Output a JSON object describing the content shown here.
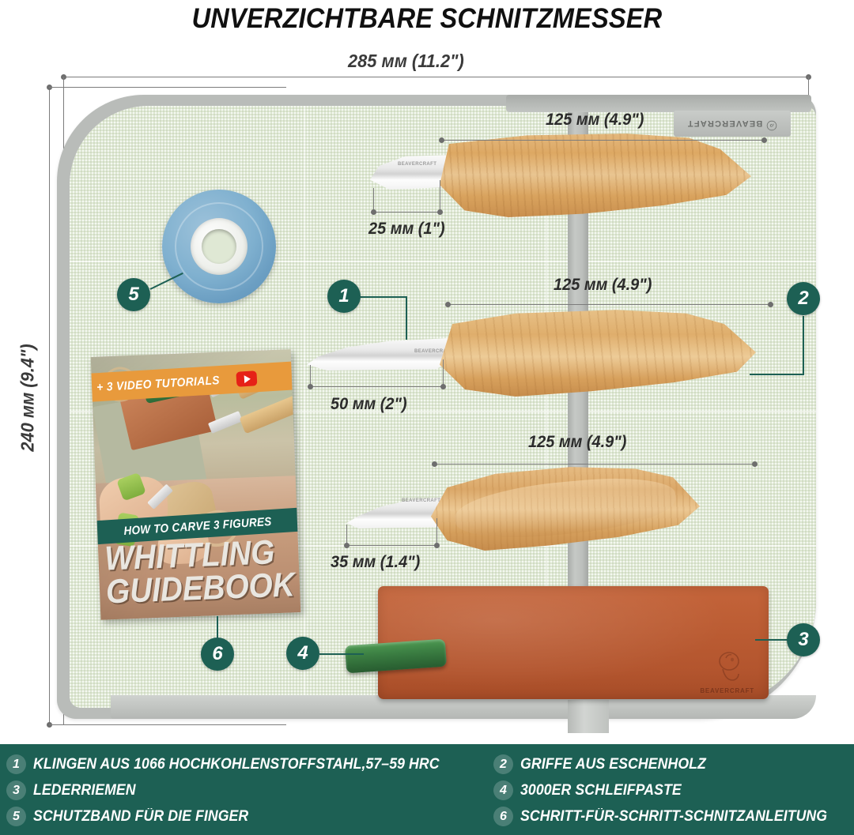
{
  "title": "UNVERZICHTBARE SCHNITZMESSER",
  "dimensions": {
    "width_overall": "285 мм (11.2\")",
    "height_overall": "240 мм (9.4\")",
    "knife1_handle": "125 мм (4.9\")",
    "knife1_blade": "25 мм (1\")",
    "knife2_handle": "125 мм (4.9\")",
    "knife2_blade": "50 мм (2\")",
    "knife3_handle": "125 мм (4.9\")",
    "knife3_blade": "35 мм (1.4\")"
  },
  "brand": {
    "tag_text": "BEAVERCRAFT",
    "blade_etch": "BEAVERCRAFT",
    "strop_etch": "BEAVERCRAFT"
  },
  "book": {
    "banner_top": "+ 3 VIDEO TUTORIALS",
    "banner_mid": "HOW TO CARVE 3 FIGURES",
    "title_line1": "WHITTLING",
    "title_line2": "GUIDEBOOK"
  },
  "callouts": [
    {
      "number": "1"
    },
    {
      "number": "2"
    },
    {
      "number": "3"
    },
    {
      "number": "4"
    },
    {
      "number": "5"
    },
    {
      "number": "6"
    }
  ],
  "legend": {
    "items": [
      {
        "number": "1",
        "label": "KLINGEN AUS 1066 HOCHKOHLENSTOFFSTAHL,57–59 HRC"
      },
      {
        "number": "2",
        "label": "GRIFFE AUS ESCHENHOLZ"
      },
      {
        "number": "3",
        "label": "LEDERRIEMEN"
      },
      {
        "number": "4",
        "label": "3000ER SCHLEIFPASTE"
      },
      {
        "number": "5",
        "label": "SCHUTZBAND FÜR DIE FINGER"
      },
      {
        "number": "6",
        "label": "SCHRITT-FÜR-SCHRITT-SCHNITZANLEITUNG"
      }
    ]
  },
  "colors": {
    "brand_green": "#1d6054",
    "mat_fabric": "#dfe8d4",
    "mat_binding": "#b9bcb9",
    "leather": "#bb5c33",
    "paste_green": "#3d8144",
    "tape_blue": "#7fb0cf",
    "banner_orange": "#e89a3c",
    "wood": "#dda863"
  }
}
